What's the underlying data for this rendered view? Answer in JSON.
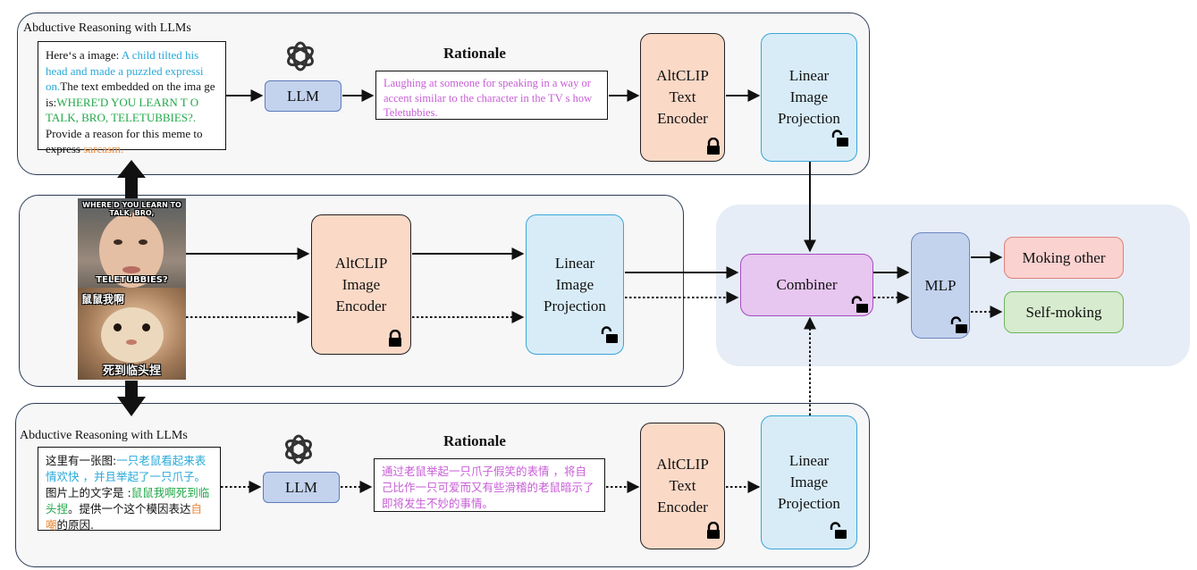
{
  "top_section": {
    "title": "Abductive Reasoning with LLMs",
    "prompt": {
      "part1": "Here‘s a image: ",
      "desc": "A child tilted his head and made a puzzled expressi on.",
      "part2": "The text embedded on the ima ge is:",
      "text": "WHERE'D YOU LEARN T O TALK, BRO, TELETUBBIES?.",
      "part3": " Provide a reason for this meme to express ",
      "label": "sarcasm."
    },
    "llm_label": "LLM",
    "rationale_title": "Rationale",
    "rationale_text": "Laughing at someone for speaking in a way or accent similar to the character in the TV s how Teletubbies.",
    "encoder_label": "AltCLIP\nText\nEncoder",
    "projection_label": "Linear\nImage\nProjection"
  },
  "middle_section": {
    "meme_top_caption_1": "WHERE'D YOU LEARN TO TALK, BRO,",
    "meme_top_caption_2": "TELETUBBIES?",
    "meme_bottom_caption_1": "鼠鼠我啊",
    "meme_bottom_caption_2": "死到临头捏",
    "encoder_label": "AltCLIP\nImage\nEncoder",
    "projection_label": "Linear\nImage\nProjection"
  },
  "fusion_section": {
    "combiner_label": "Combiner",
    "mlp_label": "MLP",
    "output_1": "Moking other",
    "output_2": "Self-moking"
  },
  "bottom_section": {
    "title": "Abductive Reasoning with LLMs",
    "prompt": {
      "part1": "这里有一张图:",
      "desc": "一只老鼠看起来表情欢快 ，并且举起了一只爪子。",
      "part2": " 图片上的文字是 :",
      "text": "鼠鼠我啊死到临头捏",
      "part3": "。提供一个这个模因表达",
      "label": "自嘲",
      "part4": "的原因."
    },
    "llm_label": "LLM",
    "rationale_title": "Rationale",
    "rationale_text": "通过老鼠举起一只爪子假笑的表情 ，将自己比作一只可爱而又有些滑稽的老鼠暗示了即将发生不妙的事情。",
    "encoder_label": "AltCLIP\nText\nEncoder",
    "projection_label": "Linear\nImage\nProjection"
  },
  "icons": {
    "llm_icon": "openai-logo-icon",
    "lock_icon": "padlock-icon",
    "unlock_icon": "open-padlock-icon"
  },
  "colors": {
    "llm": "#c3d3ee",
    "encoder": "#fbd9c7",
    "projection": "#d8ecf8",
    "combiner": "#e7c6f0",
    "mlp": "#c3d3ee",
    "output_other": "#fad2d0",
    "output_self": "#d7ebcf",
    "fusion_panel": "#e6edf6"
  }
}
